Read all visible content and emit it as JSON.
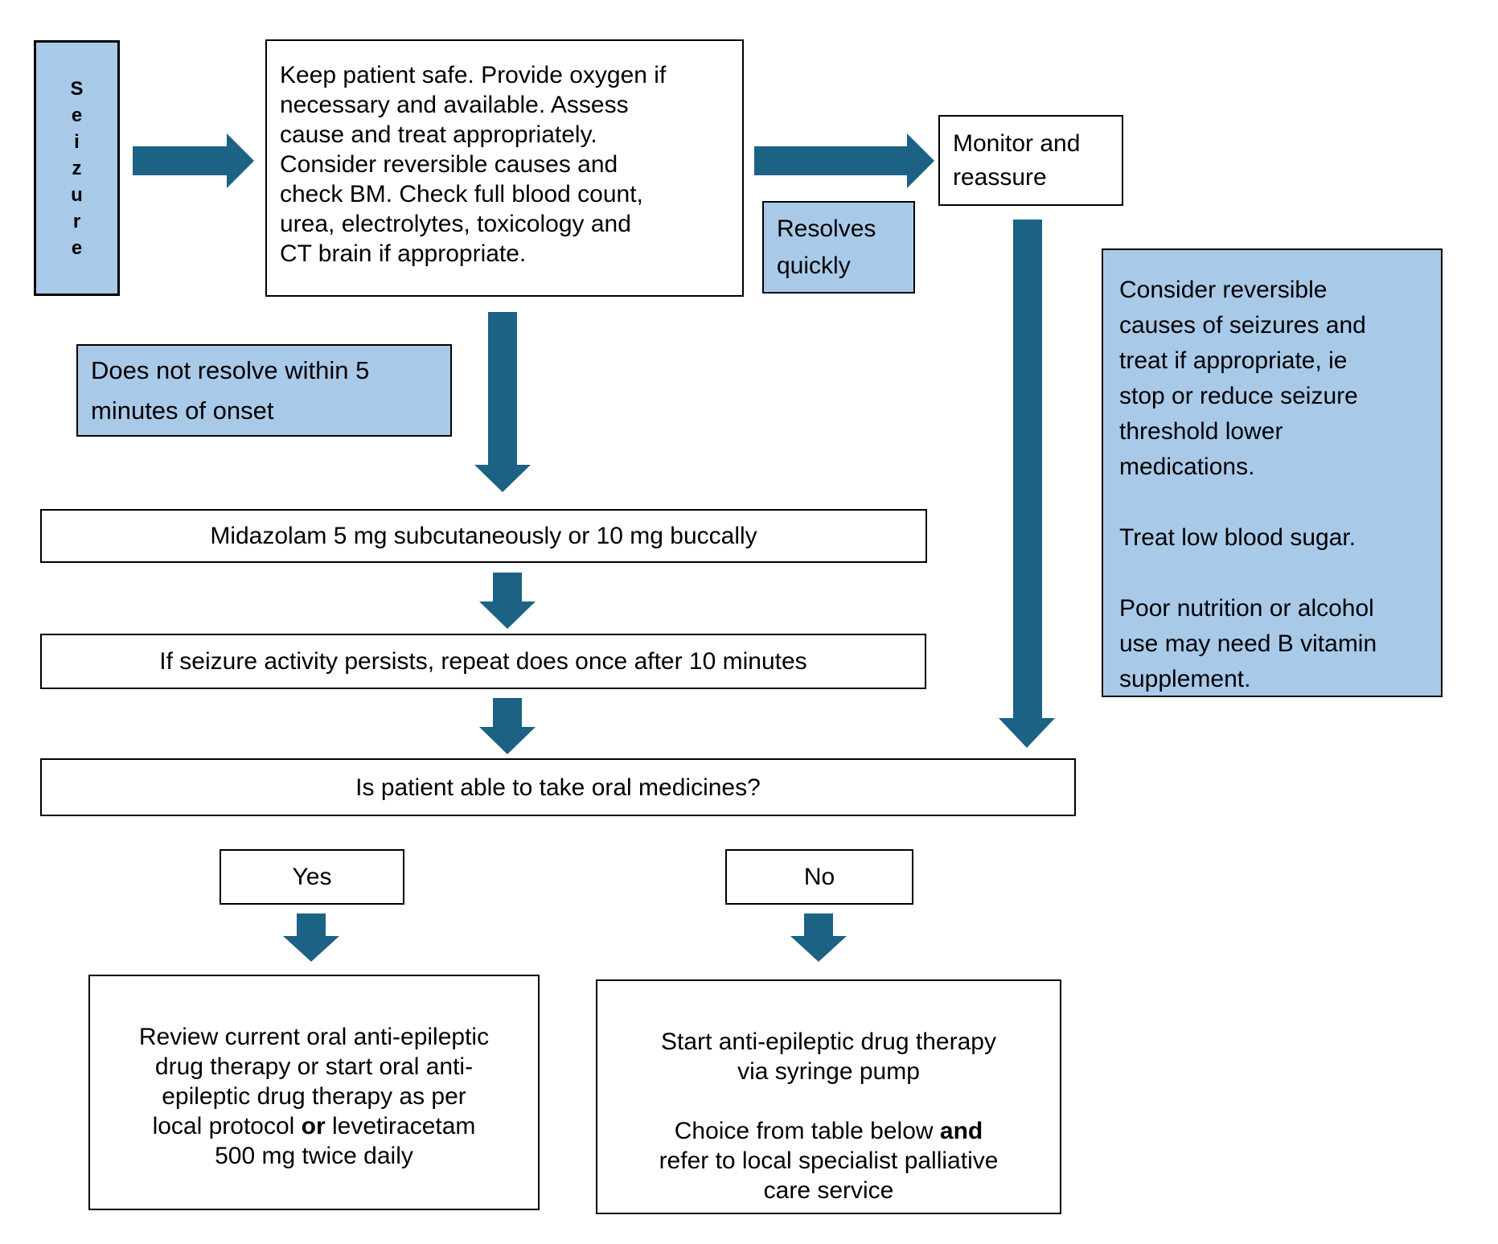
{
  "colors": {
    "arrow_teal": "#1b6284",
    "light_blue_fill": "#a9c9e9",
    "border_black": "#000000",
    "box_white": "#ffffff"
  },
  "flowchart": {
    "seizure_label": "S\ne\ni\nz\nu\nr\ne",
    "keep_safe": "Keep patient safe. Provide oxygen if\nnecessary and available. Assess\ncause and treat appropriately.\nConsider reversible causes and\ncheck BM. Check full blood count,\nurea, electrolytes, toxicology and\nCT brain if appropriate.",
    "monitor": "Monitor and\nreassure",
    "resolves": "Resolves\nquickly",
    "not_resolve": "Does not resolve within 5\nminutes of onset",
    "reversible_p1": "Consider reversible\ncauses of seizures and\ntreat if appropriate, ie\nstop or reduce seizure\nthreshold lower\nmedications.",
    "reversible_p2": "Treat low blood sugar.",
    "reversible_p3": "Poor nutrition or alcohol\nuse may need B vitamin\nsupplement.",
    "midazolam": "Midazolam 5 mg subcutaneously or 10 mg buccally",
    "repeat_dose": "If seizure activity persists, repeat does once after 10 minutes",
    "oral_question": "Is patient able to take oral medicines?",
    "yes": "Yes",
    "no": "No",
    "review_pre": "Review current oral anti-epileptic\ndrug therapy or start oral anti-\nepileptic drug therapy as per\nlocal protocol ",
    "review_bold": "or",
    "review_post": " levetiracetam\n500 mg twice daily",
    "start_pre": "Start anti-epileptic drug therapy\nvia syringe pump\n\nChoice from table below ",
    "start_bold": "and",
    "start_post": "\nrefer to local specialist palliative\ncare service"
  }
}
